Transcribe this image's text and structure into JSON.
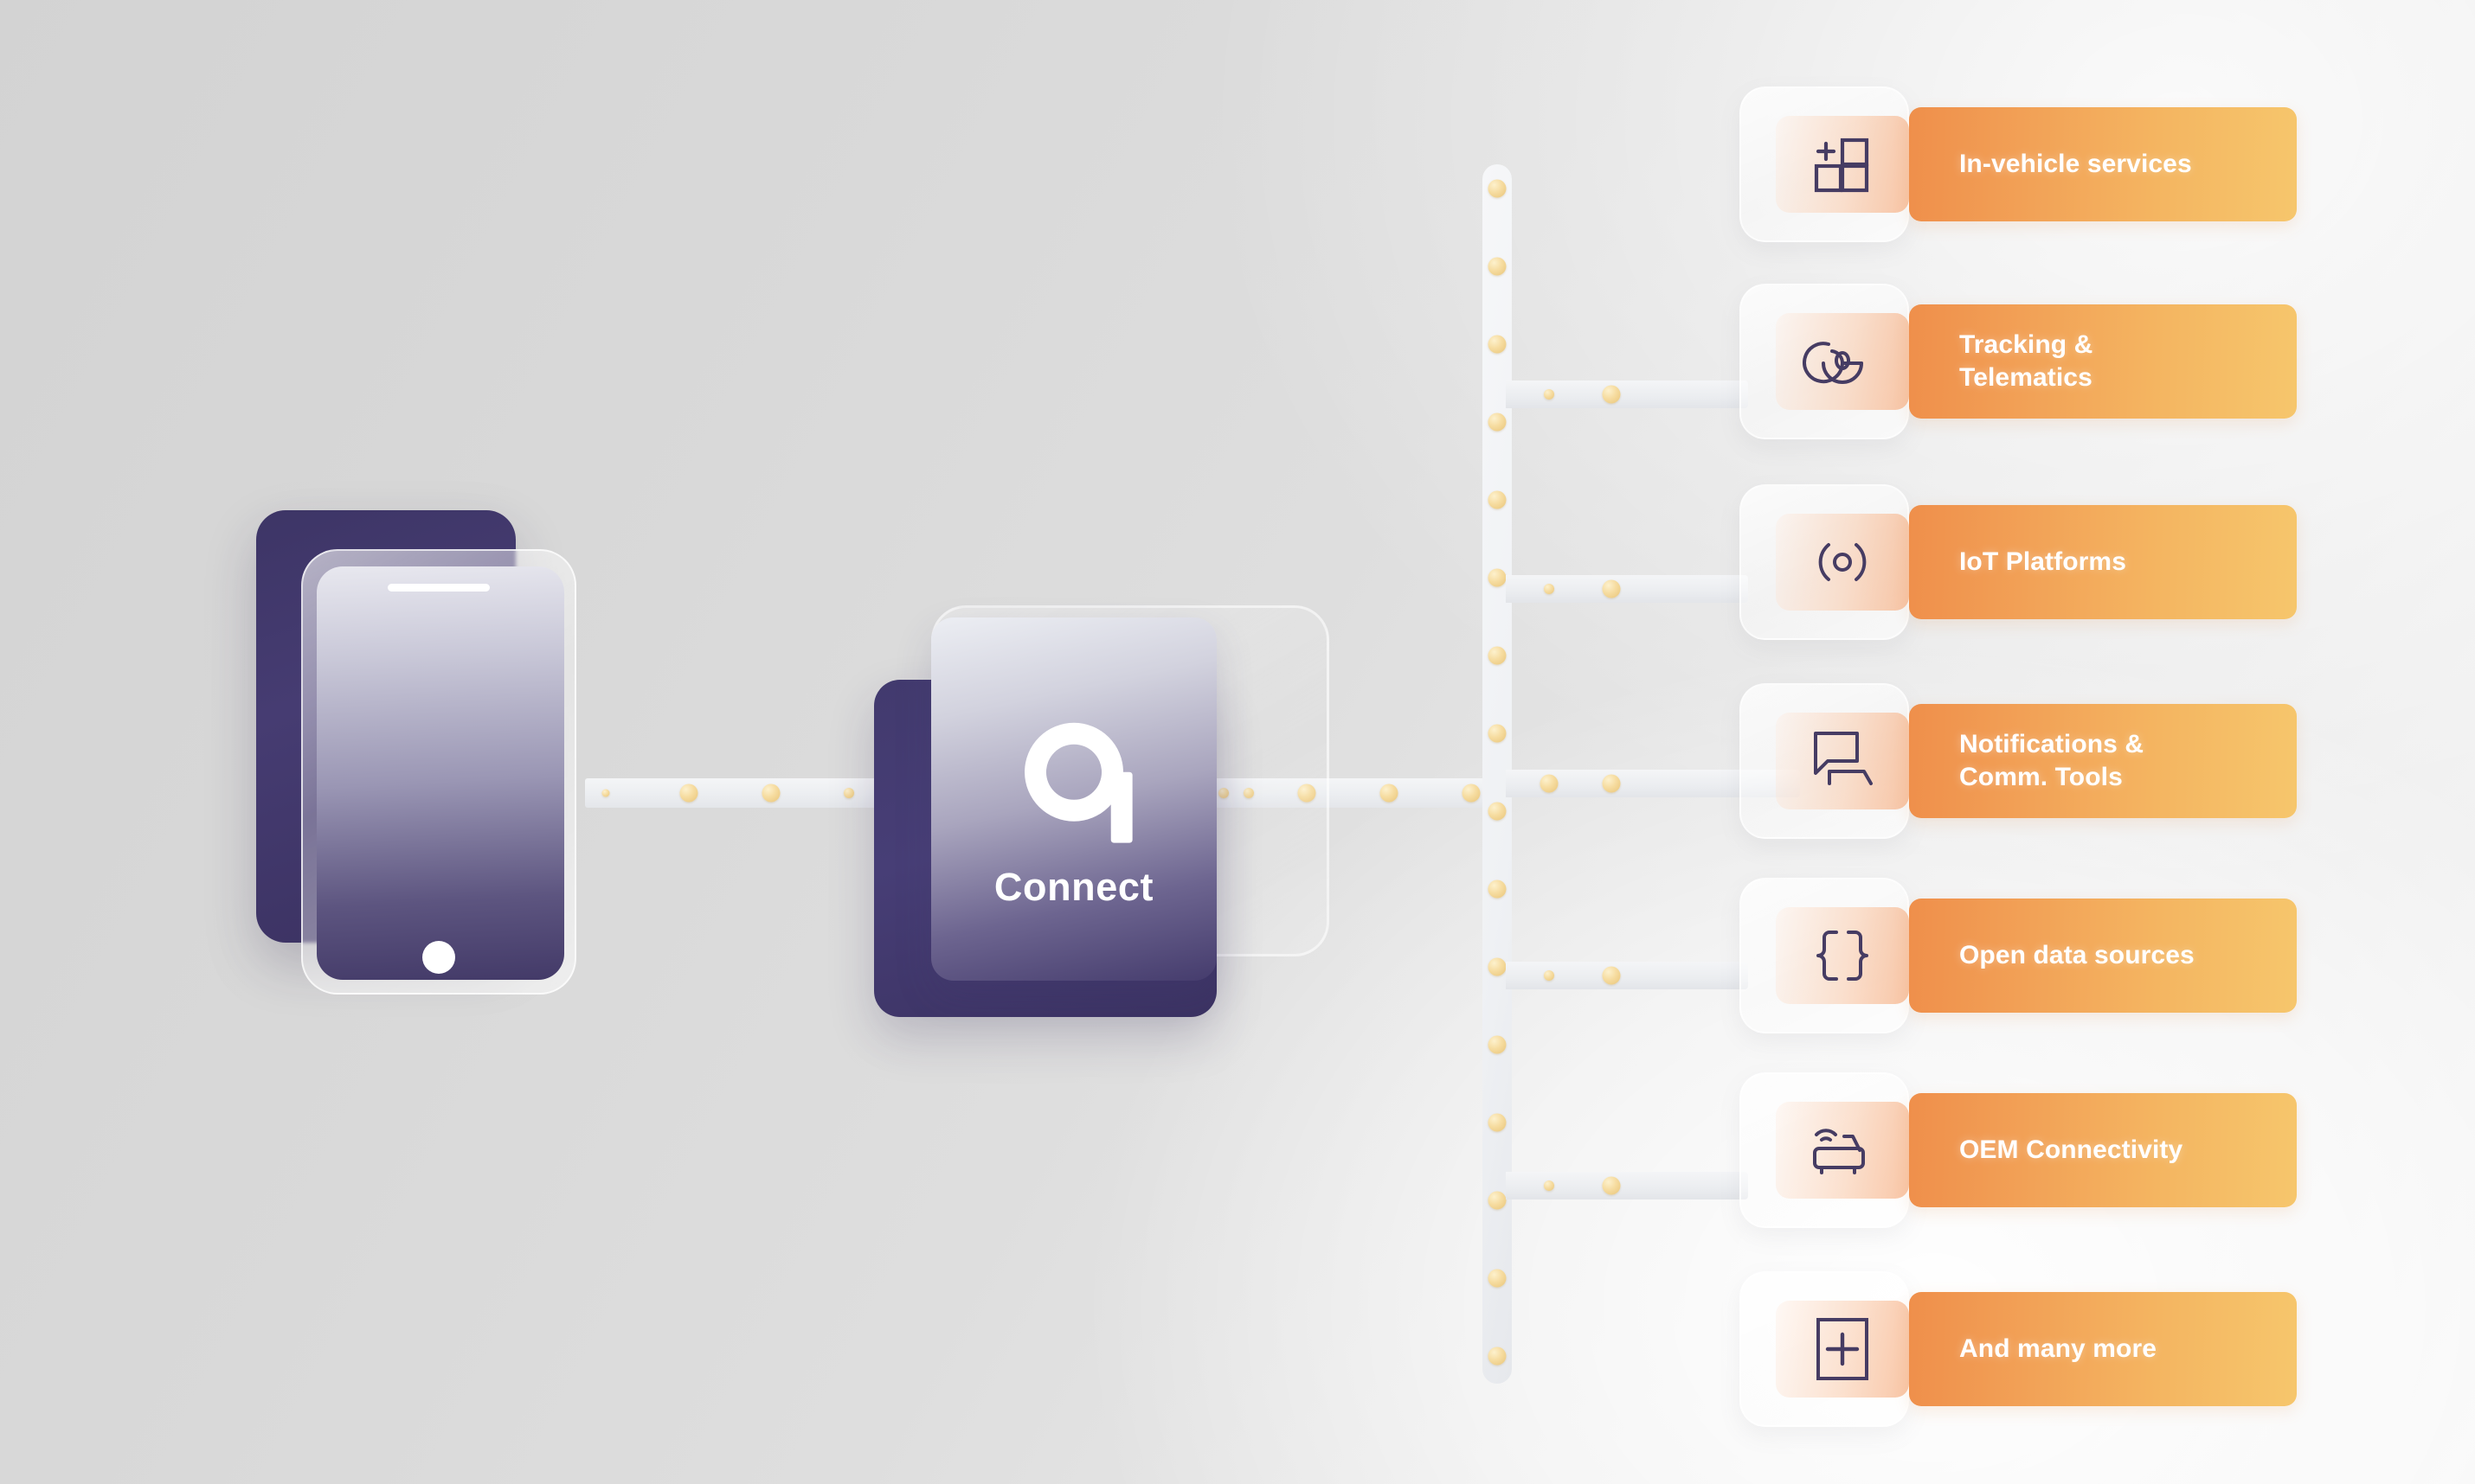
{
  "hub": {
    "logo_letter": "a",
    "name": "Connect",
    "brand_purple": "#453c72",
    "device_label": "smartphone"
  },
  "connectors": {
    "dot_color": "#f3d79a",
    "rail_color": "#eef0f3"
  },
  "accent": {
    "orange_start": "#ef8f4b",
    "orange_end": "#f6c66c",
    "icon_tile_tint": "#f6b084"
  },
  "items": [
    {
      "label": "In-vehicle services",
      "icon": "apps-grid-plus-icon"
    },
    {
      "label": "Tracking &\nTelematics",
      "icon": "radar-signal-icon"
    },
    {
      "label": "IoT Platforms",
      "icon": "iot-node-icon"
    },
    {
      "label": "Notifications &\nComm. Tools",
      "icon": "chat-bubbles-icon"
    },
    {
      "label": "Open data sources",
      "icon": "curly-braces-icon"
    },
    {
      "label": "OEM Connectivity",
      "icon": "connected-car-icon"
    },
    {
      "label": "And many more",
      "icon": "plus-square-icon"
    }
  ]
}
